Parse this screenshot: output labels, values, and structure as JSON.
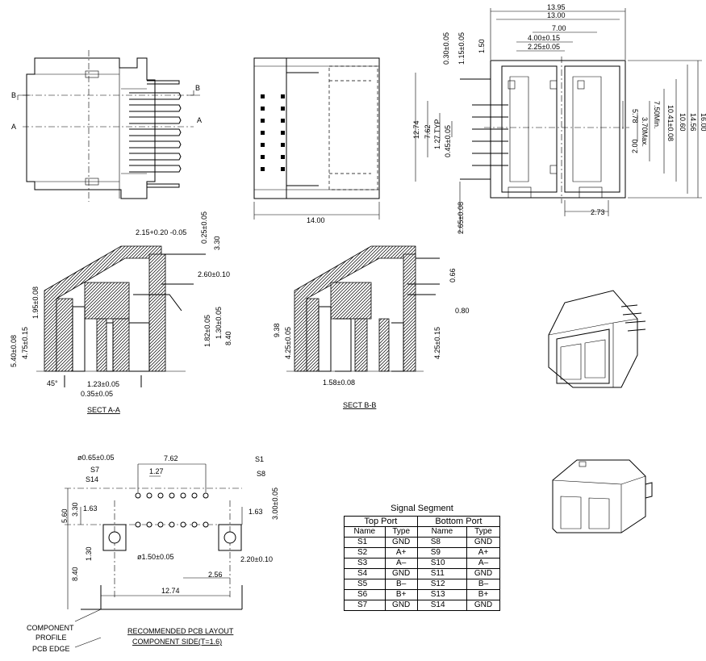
{
  "views": {
    "top_left": {
      "label_b1": "B",
      "label_b2": "B",
      "label_a1": "A",
      "label_a2": "A"
    },
    "top_middle": {
      "dim_width": "14.00"
    },
    "top_right": {
      "dims_top": [
        "13.95",
        "13.00",
        "7.00",
        "4.00±0.15",
        "2.25±0.05"
      ],
      "dims_small": [
        "0.30±0.05",
        "1.15±0.05",
        "1.50"
      ],
      "dims_right": [
        "5.78",
        "3.70Max.",
        "7.50Min.",
        "10.41±0.08",
        "10.60",
        "14.56",
        "16.00"
      ],
      "dims_left": [
        "12.74",
        "7.62",
        "1.27 TYP",
        "0.45±0.05",
        "2.65±0.08"
      ],
      "dim_2_00": "2.00",
      "dim_bottom": "2.73"
    },
    "section_a": {
      "title": "SECT A-A",
      "dims": [
        "2.15+0.20 -0.05",
        "0.25±0.05",
        "3.30",
        "2.60±0.10",
        "1.95±0.08",
        "5.40±0.08",
        "4.75±0.15",
        "1.82±0.05",
        "1.30±0.05",
        "8.40",
        "1.23±0.05",
        "0.35±0.05",
        "45°"
      ]
    },
    "section_b": {
      "title": "SECT B-B",
      "dims": [
        "0.66",
        "0.80",
        "9.38",
        "4.25±0.05",
        "4.25±0.15",
        "1.58±0.08"
      ]
    },
    "pcb": {
      "title": "RECOMMENDED PCB LAYOUT",
      "subtitle": "COMPONENT SIDE(T=1.6)",
      "labels": [
        "ø0.65±0.05",
        "S7",
        "S14",
        "7.62",
        "1.27",
        "S1",
        "S8",
        "5.60",
        "3.30",
        "1.63",
        "1.63",
        "3.00±0.05",
        "1.30",
        "ø1.50±0.05",
        "2.20±0.10",
        "8.40",
        "2.56",
        "12.74"
      ],
      "component_profile": "COMPONENT PROFILE",
      "pcb_edge": "PCB EDGE"
    }
  },
  "signal_table": {
    "title": "Signal Segment",
    "top_port": "Top Port",
    "bottom_port": "Bottom Port",
    "col_name": "Name",
    "col_type": "Type",
    "rows": [
      [
        "S1",
        "GND",
        "S8",
        "GND"
      ],
      [
        "S2",
        "A+",
        "S9",
        "A+"
      ],
      [
        "S3",
        "A–",
        "S10",
        "A–"
      ],
      [
        "S4",
        "GND",
        "S11",
        "GND"
      ],
      [
        "S5",
        "B–",
        "S12",
        "B–"
      ],
      [
        "S6",
        "B+",
        "S13",
        "B+"
      ],
      [
        "S7",
        "GND",
        "S14",
        "GND"
      ]
    ]
  }
}
